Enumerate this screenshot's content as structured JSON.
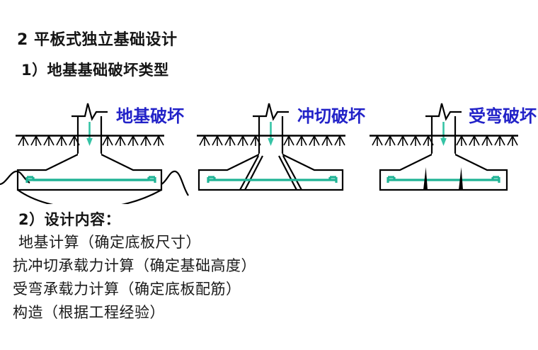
{
  "slide": {
    "background_color": "#ffffff",
    "heading_1": "2  平板式独立基础设计",
    "heading_2": "1）地基基础破坏类型",
    "content_heading": "2）设计内容：",
    "content_lines": [
      {
        "text": "地基计算（确定底板尺寸）",
        "indented": true
      },
      {
        "text": "抗冲切承载力计算（确定基础高度）",
        "indented": false
      },
      {
        "text": "受弯承载力计算（确定底板配筋）",
        "indented": false
      },
      {
        "text": "构造（根据工程经验）",
        "indented": false
      }
    ]
  },
  "colors": {
    "label_blue": "#2222c8",
    "rebar_teal": "#1fb395",
    "load_arrow_teal": "#35c3a5",
    "line_black": "#000000",
    "crack_black": "#000000"
  },
  "figures": [
    {
      "id": "bearing-failure",
      "label": "地基破坏",
      "label_color": "#2222c8",
      "description": "ground bearing capacity failure with curved slip surface and soil heave"
    },
    {
      "id": "punching-shear-failure",
      "label": "冲切破坏",
      "label_color": "#2222c8",
      "description": "punching shear failure with diagonal cone cracks under column"
    },
    {
      "id": "flexural-failure",
      "label": "受弯破坏",
      "label_color": "#2222c8",
      "description": "flexural failure with vertical tapered cracks from bottom face"
    }
  ]
}
